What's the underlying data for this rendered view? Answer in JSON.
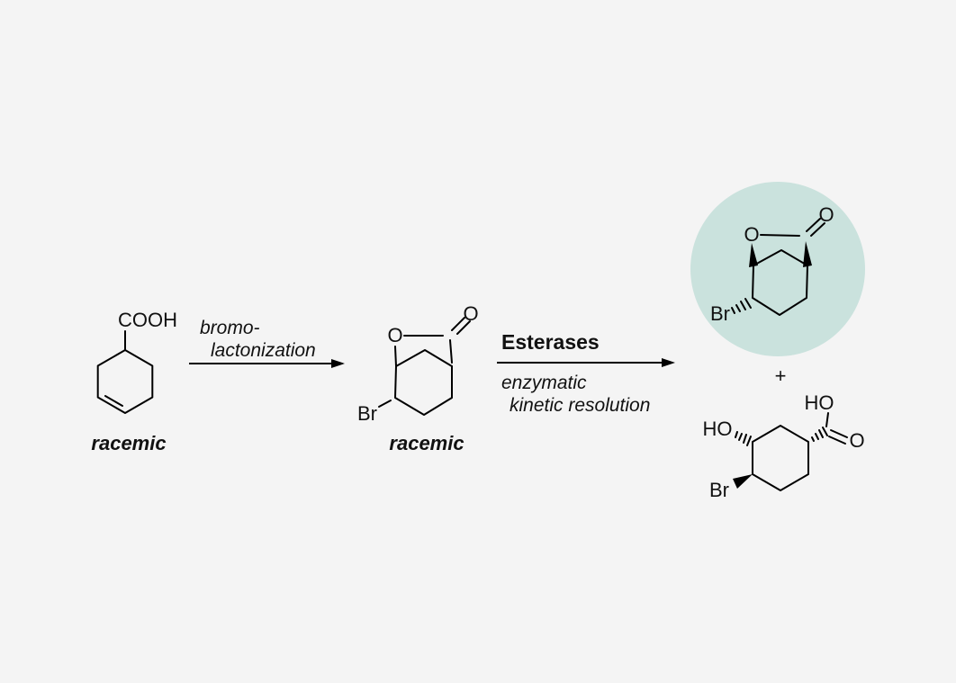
{
  "colors": {
    "background": "#f4f4f4",
    "accent_teal": "#0D9284",
    "highlight_circle": "#CAE2DD"
  },
  "reactant": {
    "substituent_label": "COOH",
    "caption": "racemic"
  },
  "step1": {
    "label_line1": "bromo-",
    "label_line2": "lactonization"
  },
  "intermediate": {
    "ring_oxygen_label": "O",
    "carbonyl_oxygen_label": "O",
    "bromine_label": "Br",
    "caption": "racemic"
  },
  "step2": {
    "enzyme_label": "Esterases",
    "condition_line1": "enzymatic",
    "condition_line2": "kinetic resolution"
  },
  "product_lactone": {
    "ring_oxygen_label": "O",
    "carbonyl_oxygen_label": "O",
    "bromine_label": "Br"
  },
  "plus_sign": "+",
  "product_hydroxy_acid": {
    "ring_hydroxyl_label": "HO",
    "acid_hydroxyl_label": "HO",
    "carbonyl_oxygen_label": "O",
    "bromine_label": "Br"
  }
}
